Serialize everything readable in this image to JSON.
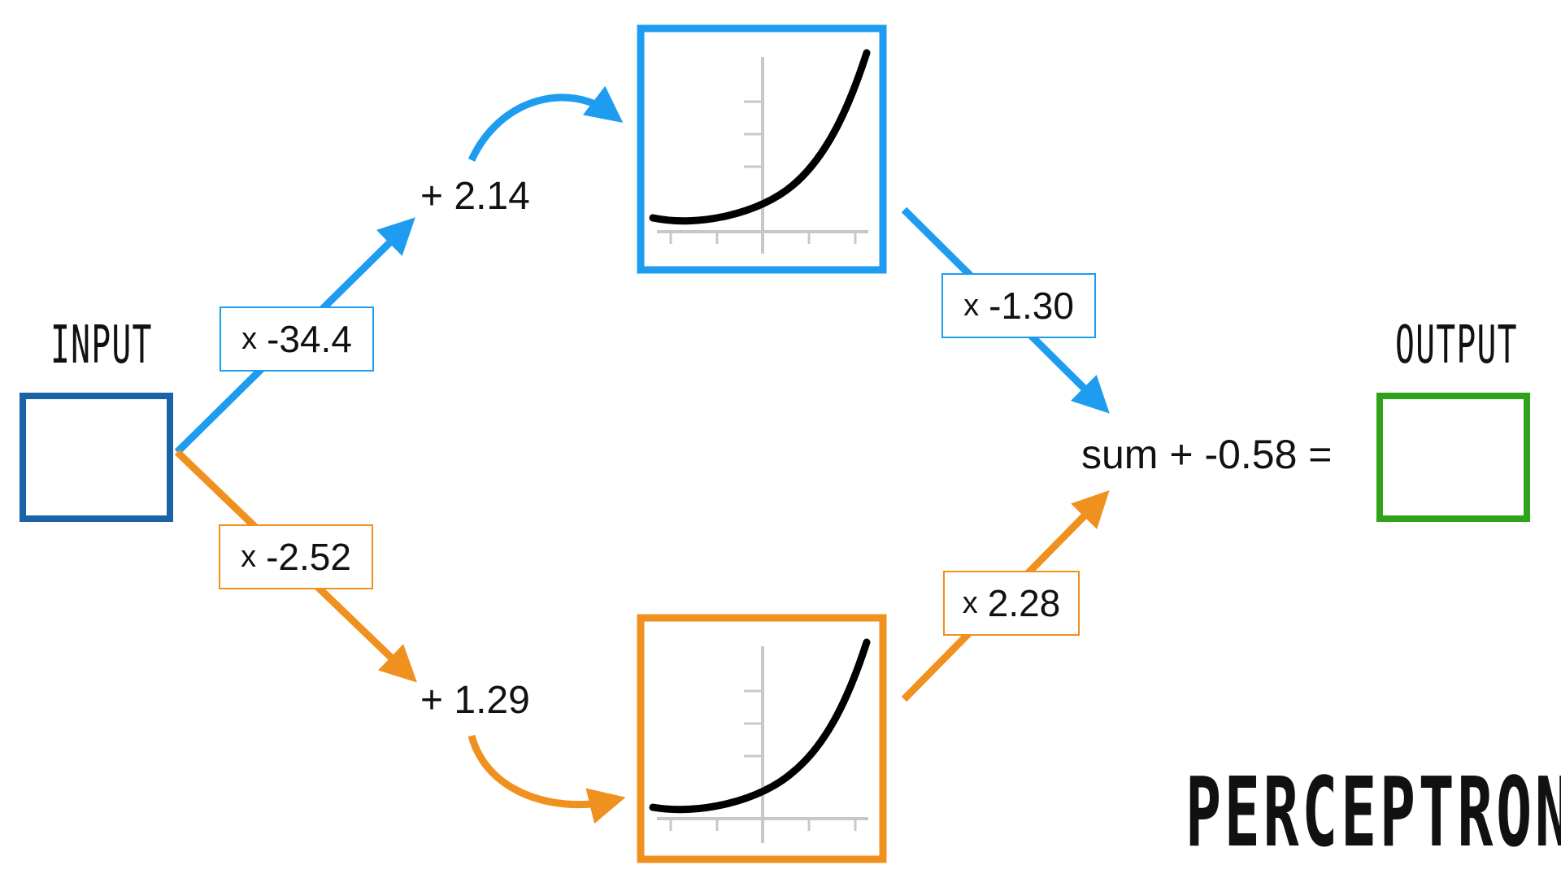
{
  "input": {
    "label": "INPUT"
  },
  "output": {
    "label": "OUTPUT"
  },
  "title": "PERCEPTRON",
  "colors": {
    "input_box": "#1a63a6",
    "blue_path": "#1d9cf0",
    "orange_path": "#f0901f",
    "output_box": "#2ea31a",
    "curve": "#000000",
    "axis": "#c8c8c8"
  },
  "top_path": {
    "weight_in": "-34.4",
    "bias": "+ 2.14",
    "weight_out": "-1.30"
  },
  "bottom_path": {
    "weight_in": "-2.52",
    "bias": "+ 1.29",
    "weight_out": "2.28"
  },
  "multiply_symbol": "x",
  "sum_expression": "sum + -0.58 =",
  "activation": {
    "name": "softplus-curve-icon"
  }
}
